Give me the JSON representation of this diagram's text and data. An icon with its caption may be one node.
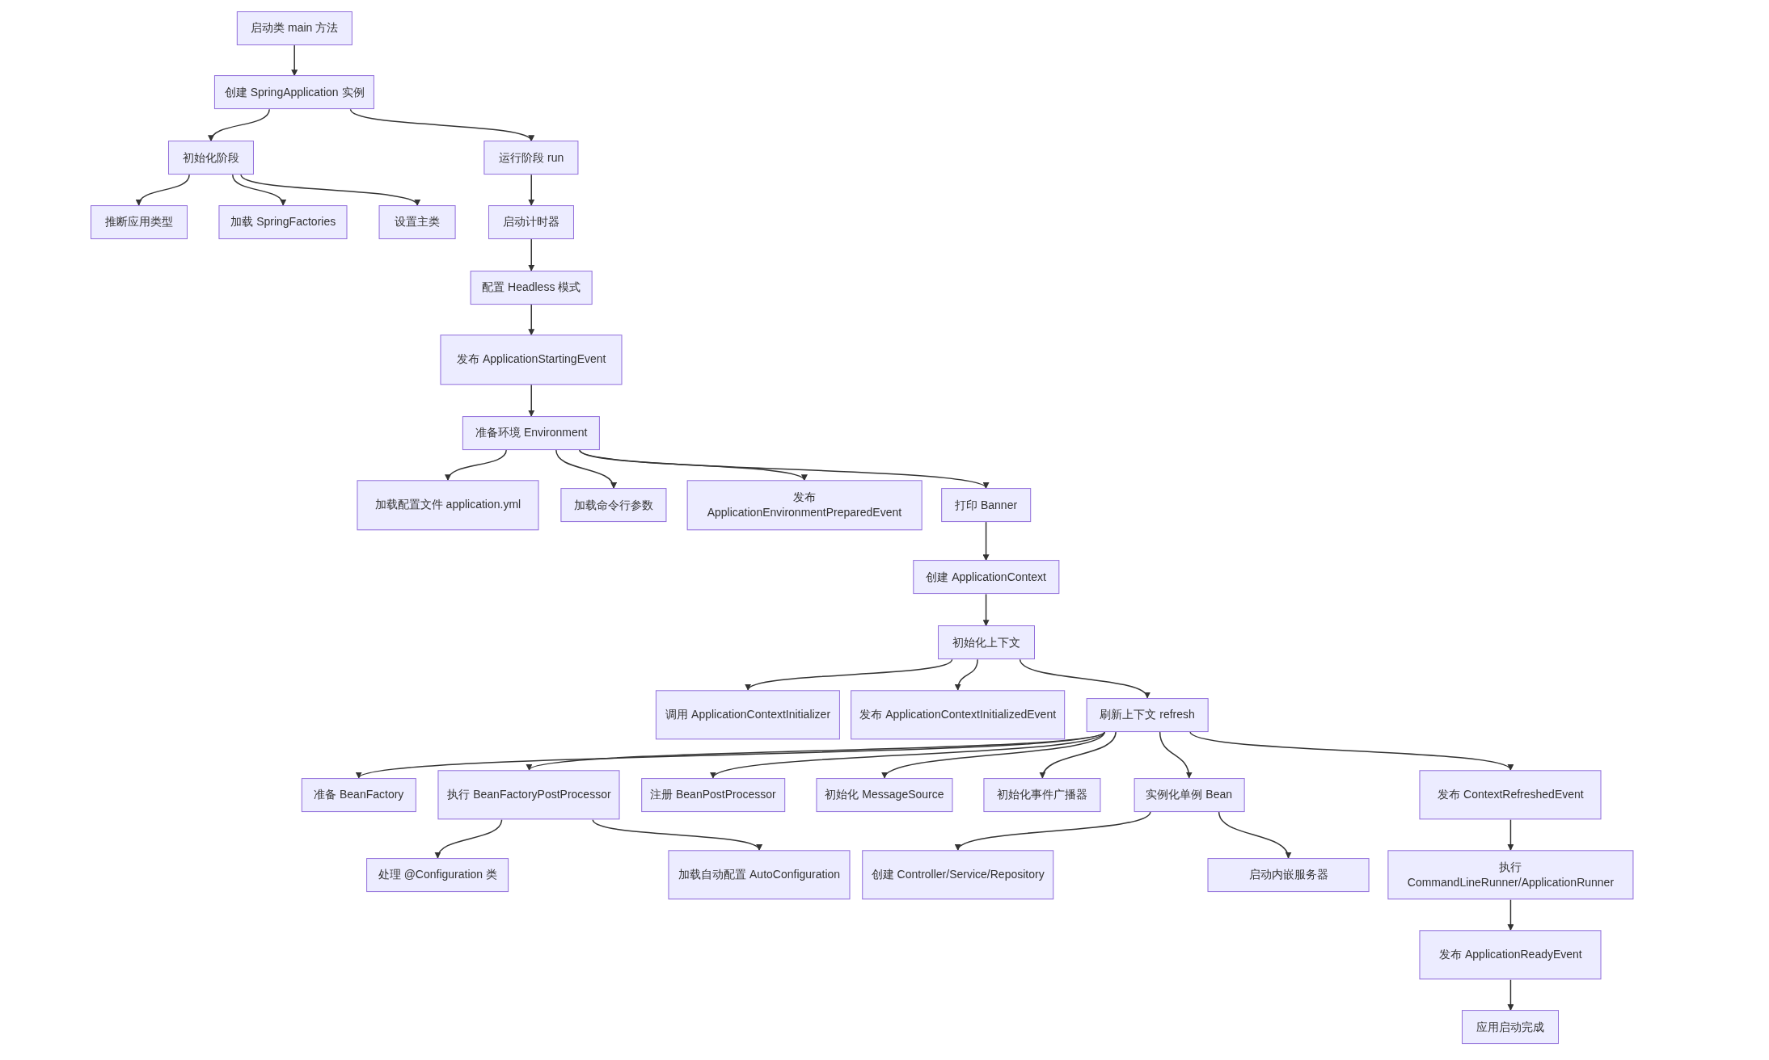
{
  "diagram": {
    "nodes": [
      {
        "text": [
          "启动类 main 方法"
        ]
      },
      {
        "text": [
          "创建 SpringApplication 实例"
        ]
      },
      {
        "text": [
          "初始化阶段"
        ]
      },
      {
        "text": [
          "运行阶段 run"
        ]
      },
      {
        "text": [
          "推断应用类型"
        ]
      },
      {
        "text": [
          "加载 SpringFactories"
        ]
      },
      {
        "text": [
          "设置主类"
        ]
      },
      {
        "text": [
          "启动计时器"
        ]
      },
      {
        "text": [
          "配置 Headless 模式"
        ]
      },
      {
        "text": [
          "发布 ApplicationStartingEvent"
        ]
      },
      {
        "text": [
          "准备环境 Environment"
        ]
      },
      {
        "text": [
          "加载配置文件 application.yml"
        ]
      },
      {
        "text": [
          "加载命令行参数"
        ]
      },
      {
        "text": [
          "发布 ApplicationEnvironmentPreparedEvent"
        ]
      },
      {
        "text": [
          "打印 Banner"
        ]
      },
      {
        "text": [
          "创建 ApplicationContext"
        ]
      },
      {
        "text": [
          "初始化上下文"
        ]
      },
      {
        "text": [
          "调用 ApplicationContextInitializer"
        ]
      },
      {
        "text": [
          "发布 ApplicationContextInitializedEvent"
        ]
      },
      {
        "text": [
          "刷新上下文 refresh"
        ]
      },
      {
        "text": [
          "准备 BeanFactory"
        ]
      },
      {
        "text": [
          "执行 BeanFactoryPostProcessor"
        ]
      },
      {
        "text": [
          "注册 BeanPostProcessor"
        ]
      },
      {
        "text": [
          "初始化 MessageSource"
        ]
      },
      {
        "text": [
          "初始化事件广播器"
        ]
      },
      {
        "text": [
          "实例化单例 Bean"
        ]
      },
      {
        "text": [
          "发布 ContextRefreshedEvent"
        ]
      },
      {
        "text": [
          "处理 @Configuration 类"
        ]
      },
      {
        "text": [
          "加载自动配置 AutoConfiguration"
        ]
      },
      {
        "text": [
          "创建 Controller/Service/Repository"
        ]
      },
      {
        "text": [
          "启动内嵌服务器"
        ]
      },
      {
        "text": [
          "执行 CommandLineRunner/ApplicationRunner"
        ]
      },
      {
        "text": [
          "发布 ApplicationReadyEvent"
        ]
      },
      {
        "text": [
          "应用启动完成"
        ]
      }
    ],
    "edges": [
      {
        "from": 0,
        "to": 1,
        "arrow": "to"
      },
      {
        "from": 1,
        "to": 2,
        "arrow": "to"
      },
      {
        "from": 1,
        "to": 3,
        "arrow": "to"
      },
      {
        "from": 2,
        "to": 4,
        "arrow": "to"
      },
      {
        "from": 2,
        "to": 5,
        "arrow": "to"
      },
      {
        "from": 2,
        "to": 6,
        "arrow": "to"
      },
      {
        "from": 3,
        "to": 7,
        "arrow": "to"
      },
      {
        "from": 7,
        "to": 8,
        "arrow": "to"
      },
      {
        "from": 8,
        "to": 9,
        "arrow": "to"
      },
      {
        "from": 9,
        "to": 10,
        "arrow": "to"
      },
      {
        "from": 10,
        "to": 11,
        "arrow": "to"
      },
      {
        "from": 10,
        "to": 12,
        "arrow": "to"
      },
      {
        "from": 10,
        "to": 13,
        "arrow": "to"
      },
      {
        "from": 10,
        "to": 14,
        "arrow": "to"
      },
      {
        "from": 14,
        "to": 15,
        "arrow": "to"
      },
      {
        "from": 15,
        "to": 16,
        "arrow": "to"
      },
      {
        "from": 16,
        "to": 17,
        "arrow": "to"
      },
      {
        "from": 16,
        "to": 18,
        "arrow": "to"
      },
      {
        "from": 16,
        "to": 19,
        "arrow": "to"
      },
      {
        "from": 19,
        "to": 20,
        "arrow": "to"
      },
      {
        "from": 19,
        "to": 21,
        "arrow": "to"
      },
      {
        "from": 19,
        "to": 22,
        "arrow": "to"
      },
      {
        "from": 19,
        "to": 23,
        "arrow": "to"
      },
      {
        "from": 19,
        "to": 24,
        "arrow": "to"
      },
      {
        "from": 19,
        "to": 25,
        "arrow": "to"
      },
      {
        "from": 19,
        "to": 26,
        "arrow": "to"
      },
      {
        "from": 21,
        "to": 27,
        "arrow": "to"
      },
      {
        "from": 21,
        "to": 28,
        "arrow": "to"
      },
      {
        "from": 25,
        "to": 29,
        "arrow": "to"
      },
      {
        "from": 25,
        "to": 30,
        "arrow": "to"
      },
      {
        "from": 26,
        "to": 31,
        "arrow": "to"
      },
      {
        "from": 31,
        "to": 32,
        "arrow": "to"
      },
      {
        "from": 32,
        "to": 33,
        "arrow": "to"
      }
    ]
  }
}
